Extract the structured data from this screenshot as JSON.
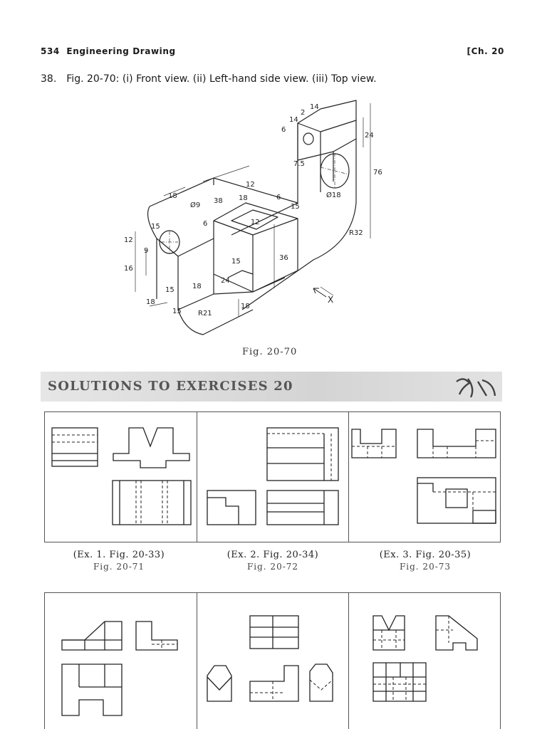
{
  "header": {
    "page_left": "534  Engineering Drawing",
    "chapter": "[Ch. 20"
  },
  "question": {
    "number": "38.",
    "text": "Fig. 20-70: (i) Front view. (ii) Left-hand side view. (iii) Top view."
  },
  "figure_main": {
    "caption": "Fig. 20-70",
    "dims": [
      "6",
      "14",
      "2",
      "14",
      "24",
      "76",
      "7.5",
      "Ø18",
      "12",
      "6",
      "15",
      "18",
      "Ø9",
      "38",
      "18",
      "6",
      "12",
      "R32",
      "15",
      "12",
      "9",
      "16",
      "15",
      "36",
      "18",
      "24",
      "18",
      "15",
      "R21",
      "18",
      "15",
      "X"
    ]
  },
  "solutions": {
    "title": "SOLUTIONS TO EXERCISES 20"
  },
  "captions": [
    {
      "ex": "(Ex. 1. Fig. 20-33)",
      "fig": "Fig. 20-71"
    },
    {
      "ex": "(Ex. 2. Fig. 20-34)",
      "fig": "Fig. 20-72"
    },
    {
      "ex": "(Ex. 3. Fig. 20-35)",
      "fig": "Fig. 20-73"
    }
  ]
}
